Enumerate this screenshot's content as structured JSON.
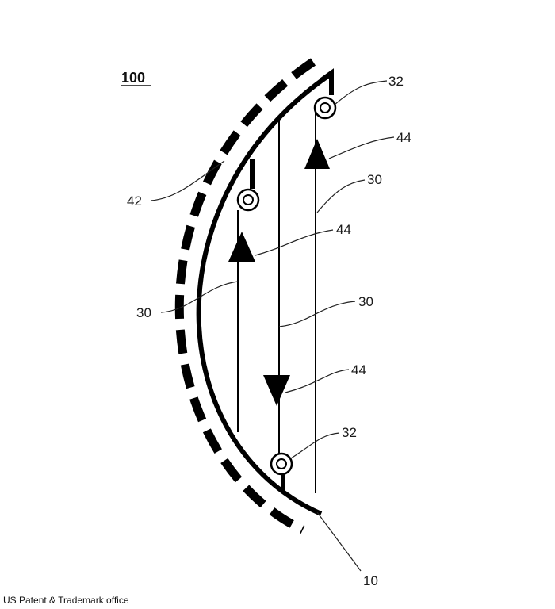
{
  "figure": {
    "number": "100",
    "labels": {
      "ref_32_top": "32",
      "ref_44_top": "44",
      "ref_30_right": "30",
      "ref_42": "42",
      "ref_44_mid": "44",
      "ref_30_left": "30",
      "ref_30_center": "30",
      "ref_44_low": "44",
      "ref_32_bottom": "32",
      "ref_10": "10"
    }
  },
  "credit": "US Patent & Trademark office"
}
